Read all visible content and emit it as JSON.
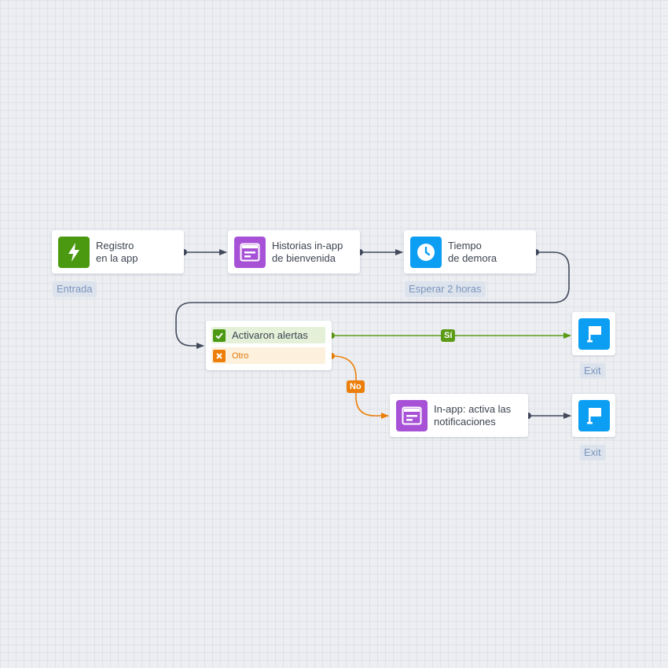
{
  "colors": {
    "connector": "#434a5c",
    "yes": "#5a9a14",
    "no": "#ec7f0a",
    "entry_icon": "#4b9911",
    "inapp_icon": "#a752d6",
    "delay_icon": "#0c9ef2",
    "exit_icon": "#0c9ef2",
    "caption_text": "#7b95be"
  },
  "nodes": {
    "entry": {
      "icon": "lightning-icon",
      "line1": "Registro",
      "line2": "en la app",
      "caption": "Entrada"
    },
    "stories": {
      "icon": "in-app-message-icon",
      "line1": "Historias in-app",
      "line2": "de bienvenida"
    },
    "delay": {
      "icon": "clock-icon",
      "line1": "Tiempo",
      "line2": "de demora",
      "caption": "Esperar 2 horas"
    },
    "branch": {
      "yes_label": "Activaron alertas",
      "other_label": "Otro",
      "yes_icon": "check-icon",
      "other_icon": "x-icon"
    },
    "activate": {
      "icon": "in-app-message-icon",
      "line1": "In-app: activa las",
      "line2": "notificaciones"
    },
    "exit_top": {
      "icon": "flag-icon",
      "caption": "Exit"
    },
    "exit_bottom": {
      "icon": "flag-icon",
      "caption": "Exit"
    }
  },
  "edges": {
    "yes_label": "Sí",
    "no_label": "No"
  }
}
